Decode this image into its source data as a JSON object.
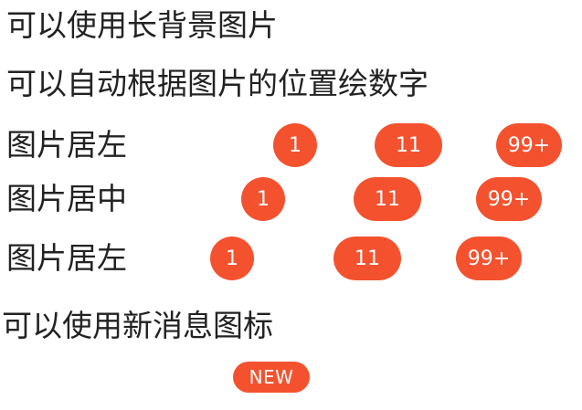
{
  "intro": {
    "long_bg_text": "可以使用长背景图片",
    "auto_number_text": "可以自动根据图片的位置绘数字"
  },
  "rows": [
    {
      "label": "图片居左",
      "badges": [
        "1",
        "11",
        "99+"
      ]
    },
    {
      "label": "图片居中",
      "badges": [
        "1",
        "11",
        "99+"
      ]
    },
    {
      "label": "图片居左",
      "badges": [
        "1",
        "11",
        "99+"
      ]
    }
  ],
  "new_icon": {
    "label": "可以使用新消息图标",
    "badge_text": "NEW"
  },
  "colors": {
    "badge": "#f4522f",
    "text": "#222222"
  }
}
